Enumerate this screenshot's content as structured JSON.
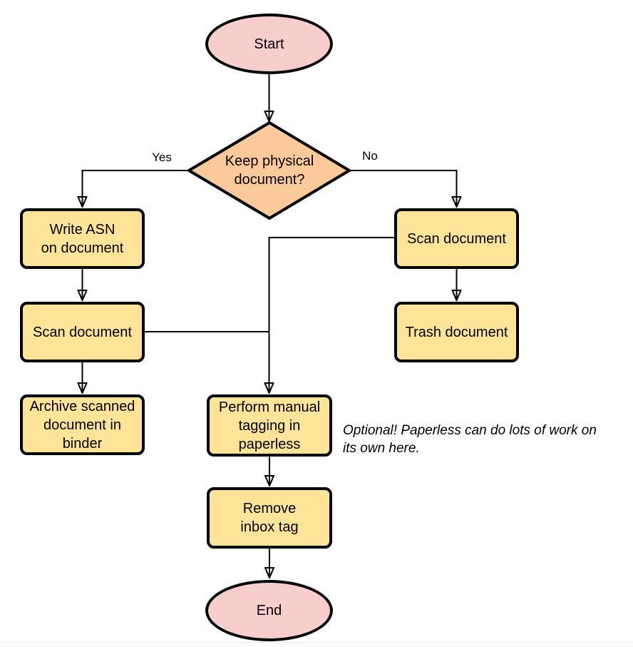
{
  "colors": {
    "terminal_fill": "#f8cecc",
    "decision_fill": "#fcc99b",
    "process_fill": "#fde498",
    "stroke": "#000000"
  },
  "nodes": {
    "start": {
      "label": "Start",
      "type": "terminal"
    },
    "decision": {
      "label": "Keep physical\ndocument?",
      "type": "decision"
    },
    "write_asn": {
      "label": "Write ASN\non document",
      "type": "process"
    },
    "scan_left": {
      "label": "Scan document",
      "type": "process"
    },
    "archive": {
      "label": "Archive scanned\ndocument in\nbinder",
      "type": "process"
    },
    "scan_right": {
      "label": "Scan document",
      "type": "process"
    },
    "trash": {
      "label": "Trash document",
      "type": "process"
    },
    "tagging": {
      "label": "Perform manual\ntagging in\npaperless",
      "type": "process"
    },
    "remove_tag": {
      "label": "Remove\ninbox tag",
      "type": "process"
    },
    "end": {
      "label": "End",
      "type": "terminal"
    }
  },
  "edge_labels": {
    "yes": "Yes",
    "no": "No"
  },
  "annotation": {
    "text": "Optional! Paperless can do lots of work on\nits own here."
  }
}
